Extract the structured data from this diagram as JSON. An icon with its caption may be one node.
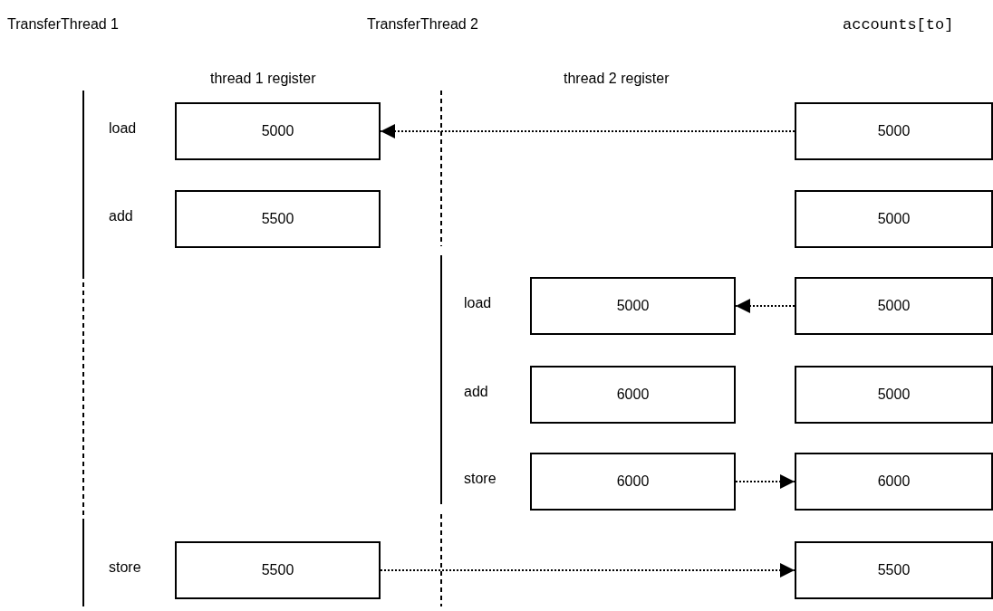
{
  "diagram": {
    "nodes": [
      {
        "text": [
          "5000"
        ],
        "beside": [
          "load"
        ]
      },
      {
        "text": [
          "5500"
        ],
        "beside": [
          "add"
        ]
      },
      {
        "text": [
          "5000"
        ],
        "beside": [
          "load"
        ]
      },
      {
        "text": [
          "6000"
        ],
        "beside": [
          "add"
        ]
      },
      {
        "text": [
          "6000"
        ],
        "beside": [
          "store"
        ]
      },
      {
        "text": [
          "5500"
        ],
        "beside": [
          "store"
        ]
      },
      {
        "text": [
          "5000"
        ]
      },
      {
        "text": [
          "5000"
        ]
      },
      {
        "text": [
          "5000"
        ]
      },
      {
        "text": [
          "5000"
        ]
      },
      {
        "text": [
          "6000"
        ]
      },
      {
        "text": [
          "5500"
        ]
      }
    ],
    "edges": [
      {
        "from": 6,
        "to": 0,
        "arrow": "to"
      },
      {
        "from": 8,
        "to": 2,
        "arrow": "to"
      },
      {
        "from": 4,
        "to": 10,
        "arrow": "to"
      },
      {
        "from": 5,
        "to": 11,
        "arrow": "to"
      }
    ],
    "labels": [
      "TransferThread 1",
      "TransferThread 2",
      "accounts[to]",
      "thread 1 register",
      "thread 2 register"
    ]
  }
}
